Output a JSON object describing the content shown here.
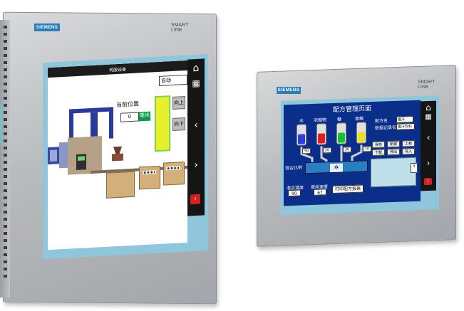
{
  "left_panel": {
    "brand": "SIEMENS",
    "model": "SMART LINE",
    "screen_title": "伺服设备",
    "mode_value": "自动",
    "position_label": "当前位置",
    "position_value": "0",
    "position_unit": "毫米",
    "up_button": "向上",
    "down_button": "向下",
    "toolbar": {
      "home_icon": "home-icon",
      "menu_icon": "grid-menu-icon",
      "prev_icon": "chevron-left-icon",
      "next_icon": "chevron-right-icon",
      "alarm_icon": "alarm-icon"
    }
  },
  "right_panel": {
    "brand": "SIEMENS",
    "model": "SMART LINE",
    "screen_title": "配方管理页面",
    "tanks": [
      {
        "label": "水",
        "color": "#2f3fd8",
        "value": "50"
      },
      {
        "label": "浓缩物",
        "color": "#e02020",
        "value": "20"
      },
      {
        "label": "糖",
        "color": "#18c030",
        "value": "30"
      },
      {
        "label": "香精",
        "color": "#e8e020",
        "value": "10"
      }
    ],
    "recipe_name_label": "配方名",
    "recipe_name_value": "橙汁",
    "record_name_label": "数据记录名",
    "record_name_value": "橙汁饮料",
    "mix_ratio_label": "混合比例",
    "mix_temp_label": "混合温度",
    "mix_temp_value": "90",
    "stir_speed_label": "搅拌速度",
    "stir_speed_value": "67",
    "print_button": "打印配方报表",
    "action_buttons": [
      "保存",
      "新建",
      "上载",
      "下载",
      "导出",
      "导入"
    ],
    "toolbar": {
      "home_icon": "home-icon",
      "menu_icon": "grid-menu-icon",
      "prev_icon": "chevron-left-icon",
      "next_icon": "chevron-right-icon",
      "alarm_icon": "alarm-icon"
    }
  }
}
